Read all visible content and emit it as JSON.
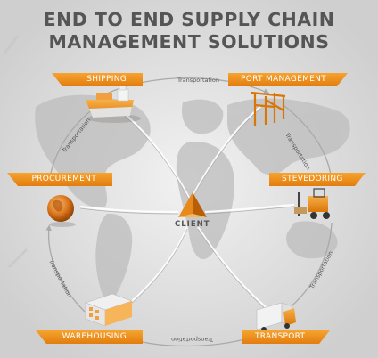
{
  "title": {
    "line1": "END TO END SUPPLY CHAIN",
    "line2": "MANAGEMENT SOLUTIONS"
  },
  "center": {
    "label": "CLIENT"
  },
  "stages": {
    "shipping": "SHIPPING",
    "port_management": "PORT MANAGEMENT",
    "procurement": "PROCUREMENT",
    "stevedoring": "STEVEDORING",
    "warehousing": "WAREHOUSING",
    "transport": "TRANSPORT"
  },
  "links": {
    "top": "Transportation",
    "top_right": "Transportation",
    "top_left": "Transportation",
    "right": "Transportation",
    "bottom_left": "Transportation",
    "bottom": "Transportation"
  },
  "colors": {
    "accent": "#ee8a1a",
    "text": "#555555",
    "background": "#dcdcdc"
  },
  "icons": [
    "ship-icon",
    "port-crane-icon",
    "globe-icon",
    "forklift-icon",
    "warehouse-icon",
    "truck-icon",
    "client-pyramid-icon",
    "world-map-icon"
  ]
}
